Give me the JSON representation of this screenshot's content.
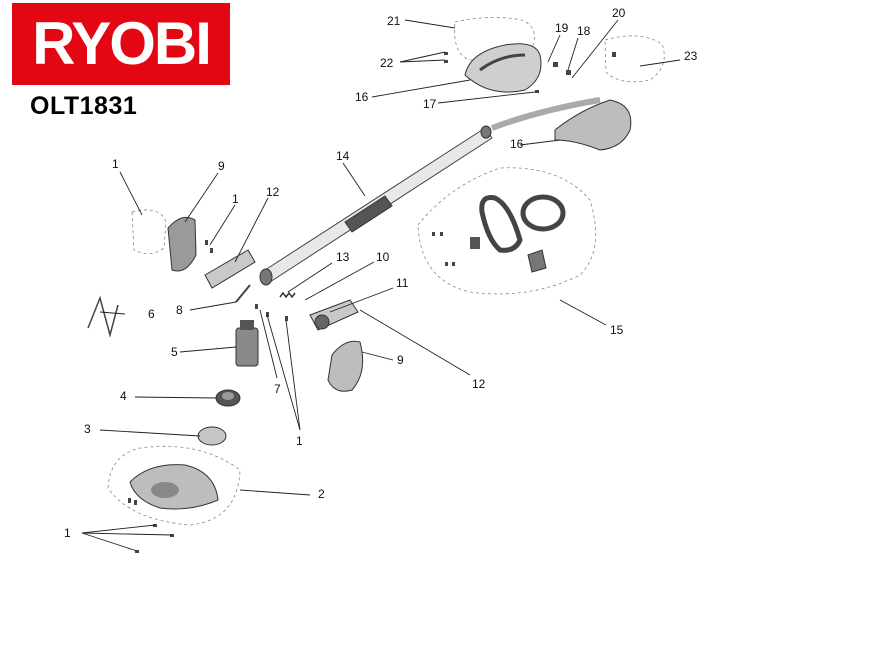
{
  "brand": {
    "logo_text": "RYOBI",
    "color": "#e30613"
  },
  "model": "OLT1831",
  "callouts": [
    "21",
    "22",
    "19",
    "18",
    "20",
    "23",
    "16",
    "17",
    "16",
    "14",
    "1",
    "9",
    "1",
    "12",
    "13",
    "10",
    "11",
    "8",
    "6",
    "5",
    "7",
    "1",
    "9",
    "12",
    "15",
    "4",
    "3",
    "2",
    "1"
  ],
  "colors": {
    "line": "#333333",
    "part_fill": "#d9d9d9",
    "part_dark": "#4a4a4a",
    "dashed": "#888888"
  }
}
